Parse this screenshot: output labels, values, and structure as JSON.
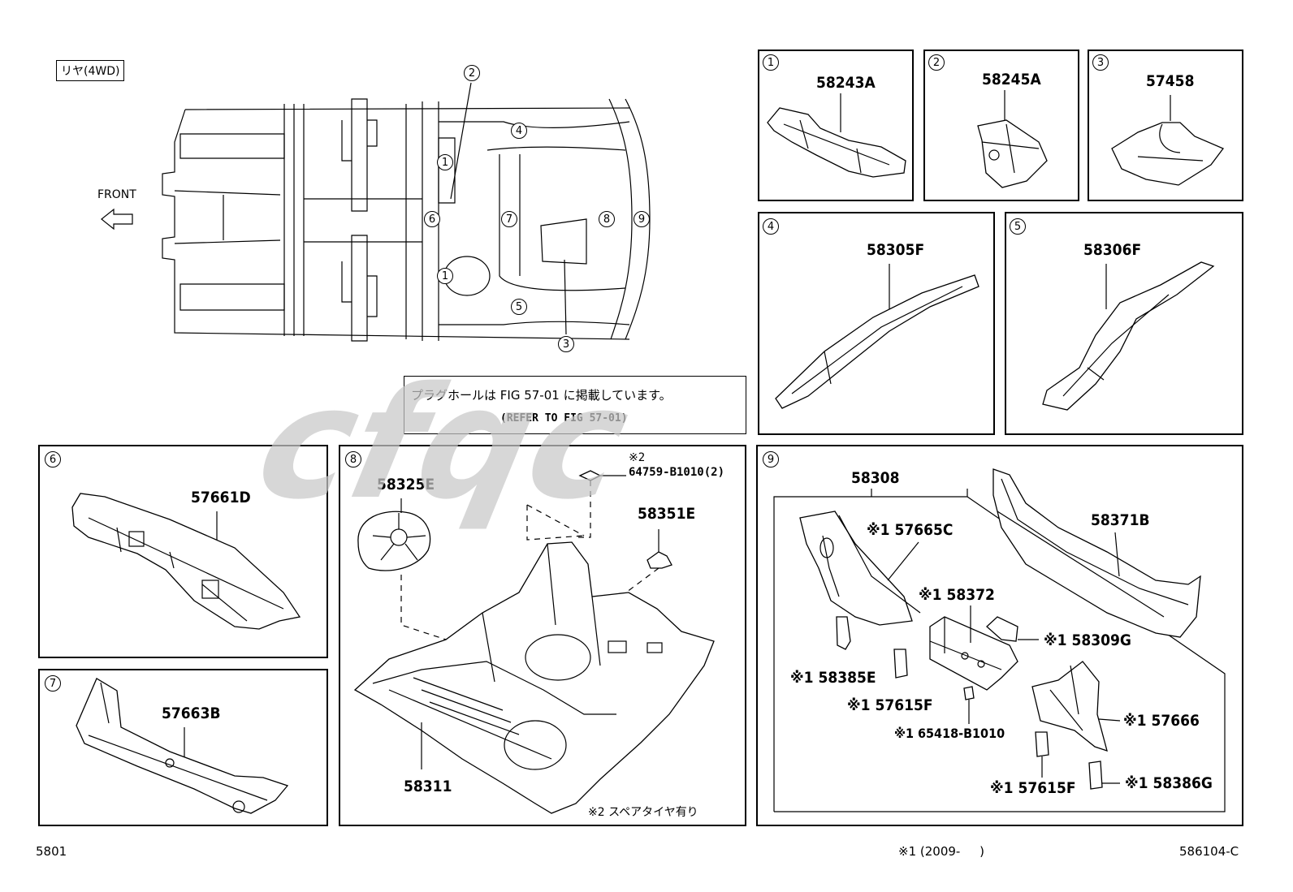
{
  "header": {
    "region_tag": "リヤ(4WD)"
  },
  "overview": {
    "front_label": "FRONT",
    "callouts": [
      "1",
      "2",
      "3",
      "4",
      "5",
      "6",
      "7",
      "8",
      "9",
      "1"
    ]
  },
  "note": {
    "line1": "プラグホールは FIG 57-01 に掲載しています。",
    "line2": "(REFER TO FIG 57-01)"
  },
  "panels": {
    "p1": {
      "num": "1",
      "part": "58243A"
    },
    "p2": {
      "num": "2",
      "part": "58245A"
    },
    "p3": {
      "num": "3",
      "part": "57458"
    },
    "p4": {
      "num": "4",
      "part": "58305F"
    },
    "p5": {
      "num": "5",
      "part": "58306F"
    },
    "p6": {
      "num": "6",
      "part": "57661D"
    },
    "p7": {
      "num": "7",
      "part": "57663B"
    },
    "p8": {
      "num": "8",
      "parts": {
        "a": "58325E",
        "b": "58351E",
        "c": "58311"
      },
      "note_mark": "※2",
      "note_part": "64759-B1010(2)",
      "footnote": "※2 スペアタイヤ有り"
    },
    "p9": {
      "num": "9",
      "group": "58308",
      "parts": {
        "a": "※1 57665C",
        "b": "58371B",
        "c": "※1 58372",
        "d": "※1 58309G",
        "e": "※1 58385E",
        "f": "※1 57615F",
        "g": "※1 65418-B1010",
        "h": "※1 57666",
        "i": "※1 57615F",
        "j": "※1 58386G"
      }
    }
  },
  "footer": {
    "left": "5801",
    "center": "※1 (2009-     )",
    "right": "586104-C"
  },
  "watermark": {
    "text": "cfqc",
    "color": "#c8c8c8"
  }
}
